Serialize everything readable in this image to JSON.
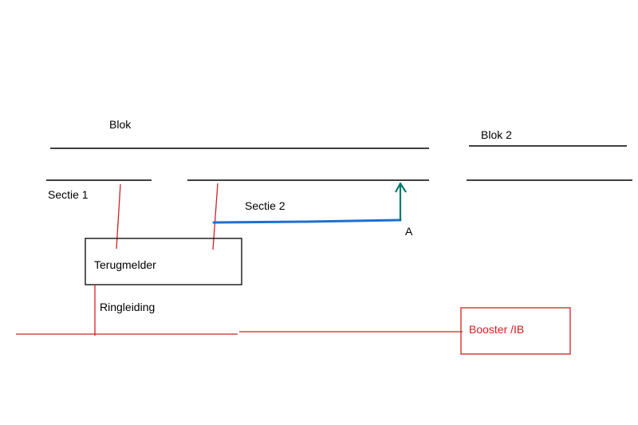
{
  "labels": {
    "blok": "Blok",
    "blok2": "Blok 2",
    "sectie1": "Sectie 1",
    "sectie2": "Sectie 2",
    "point_a": "A",
    "terugmelder": "Terugmelder",
    "ringleiding": "Ringleiding",
    "booster": "Booster /IB"
  },
  "colors": {
    "track": "#000000",
    "wire": "#d42020",
    "sectie2_highlight": "#1f6fd1",
    "arrow": "#007a6e",
    "booster_box": "#d42020"
  }
}
